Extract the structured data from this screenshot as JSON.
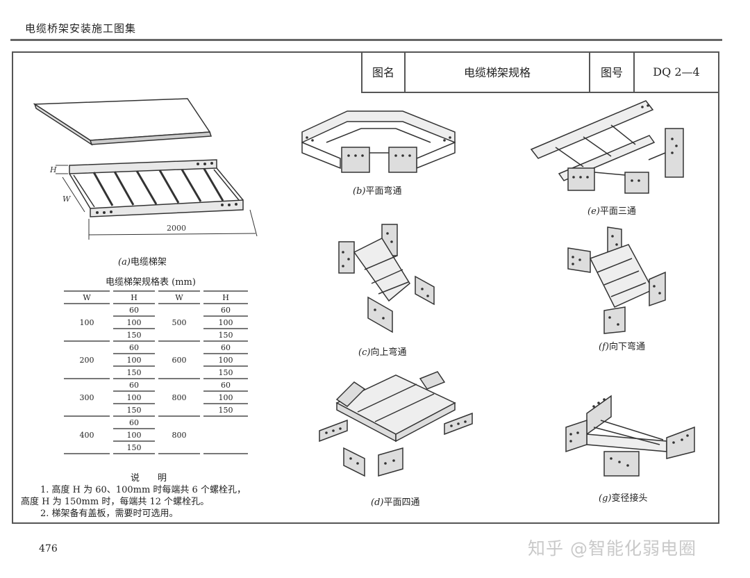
{
  "header": {
    "title": "电缆桥架安装施工图集"
  },
  "title_block": {
    "name_label": "图名",
    "name_value": "电缆梯架规格",
    "number_label": "图号",
    "number_value": "DQ 2—4"
  },
  "figure_a": {
    "caption_letter": "(a)",
    "caption_text": "电缆梯架",
    "dim_length": "2000",
    "dim_h": "H",
    "dim_w": "W"
  },
  "spec_table": {
    "title": "电缆梯架规格表 (mm)",
    "headers": [
      "W",
      "H",
      "W",
      "H"
    ],
    "groups": [
      {
        "w1": "100",
        "h1": [
          "60",
          "100",
          "150"
        ],
        "w2": "500",
        "h2": [
          "60",
          "100",
          "150"
        ]
      },
      {
        "w1": "200",
        "h1": [
          "60",
          "100",
          "150"
        ],
        "w2": "600",
        "h2": [
          "60",
          "100",
          "150"
        ]
      },
      {
        "w1": "300",
        "h1": [
          "60",
          "100",
          "150"
        ],
        "w2": "800",
        "h2": [
          "60",
          "100",
          "150"
        ]
      },
      {
        "w1": "400",
        "h1": [
          "60",
          "100",
          "150"
        ],
        "w2": "800",
        "h2": []
      }
    ]
  },
  "notes": {
    "heading": "说　　明",
    "line1": "1. 高度 H 为 60、100mm 时每端共 6 个螺栓孔，",
    "line2": "高度 H 为 150mm 时，每端共 12 个螺栓孔。",
    "line3": "2. 梯架备有盖板，需要时可选用。"
  },
  "figures": [
    {
      "id": "b",
      "letter": "(b)",
      "text": "平面弯通"
    },
    {
      "id": "c",
      "letter": "(c)",
      "text": "向上弯通"
    },
    {
      "id": "d",
      "letter": "(d)",
      "text": "平面四通"
    },
    {
      "id": "e",
      "letter": "(e)",
      "text": "平面三通"
    },
    {
      "id": "f",
      "letter": "(f)",
      "text": "向下弯通"
    },
    {
      "id": "g",
      "letter": "(g)",
      "text": "变径接头"
    }
  ],
  "footer": {
    "page_number": "476"
  },
  "watermark": {
    "text": "知乎 @智能化弱电圈"
  }
}
